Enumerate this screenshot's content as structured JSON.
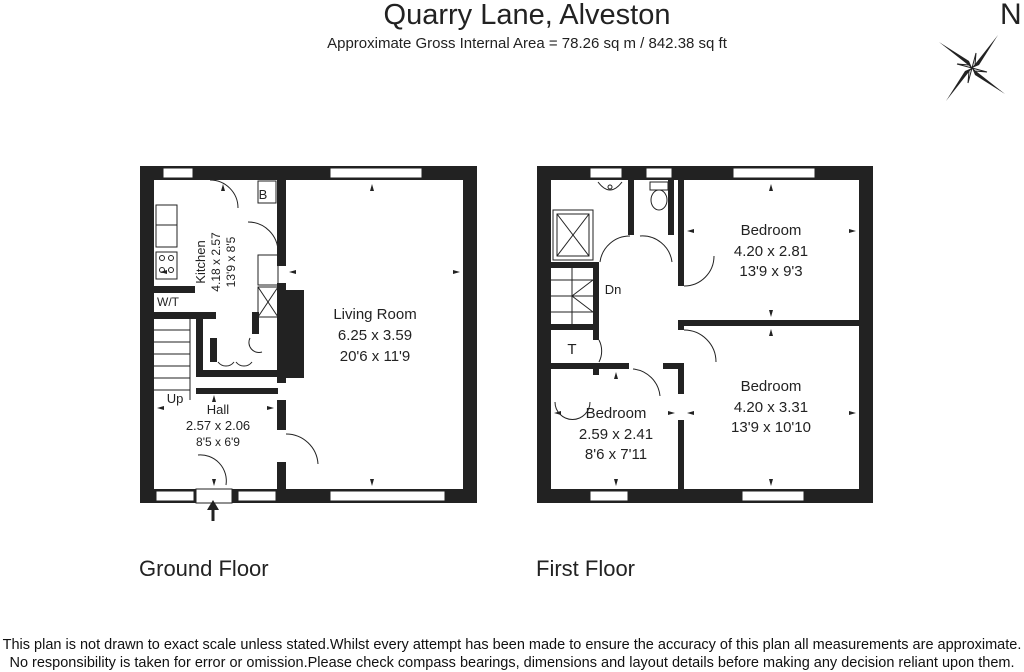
{
  "header": {
    "title": "Quarry Lane, Alveston",
    "subtitle": "Approximate Gross Internal Area = 78.26 sq m / 842.38 sq ft",
    "north": "N"
  },
  "ground_floor": {
    "label": "Ground Floor",
    "kitchen": {
      "name": "Kitchen",
      "metric": "4.18 x 2.57",
      "imperial": "13'9 x 8'5"
    },
    "living": {
      "name": "Living Room",
      "metric": "6.25 x 3.59",
      "imperial": "20'6 x 11'9"
    },
    "hall": {
      "name": "Hall",
      "metric": "2.57 x 2.06",
      "imperial": "8'5 x 6'9"
    },
    "boiler": "B",
    "wc": "W/T",
    "stairs": "Up"
  },
  "first_floor": {
    "label": "First Floor",
    "bed1": {
      "name": "Bedroom",
      "metric": "4.20 x 2.81",
      "imperial": "13'9 x 9'3"
    },
    "bed2": {
      "name": "Bedroom",
      "metric": "4.20 x 3.31",
      "imperial": "13'9 x 10'10"
    },
    "bed3": {
      "name": "Bedroom",
      "metric": "2.59 x 2.41",
      "imperial": "8'6 x 7'11"
    },
    "tank": "T",
    "stairs": "Dn"
  },
  "footer": {
    "line1": "This plan is not drawn to exact scale unless stated.Whilst every attempt has been made to ensure the accuracy of this plan all measurements are approximate.",
    "line2": "No responsibility is taken for error or omission.Please check compass bearings, dimensions and layout details before making any decision reliant upon them."
  },
  "colors": {
    "wall": "#222222",
    "background": "#ffffff"
  }
}
